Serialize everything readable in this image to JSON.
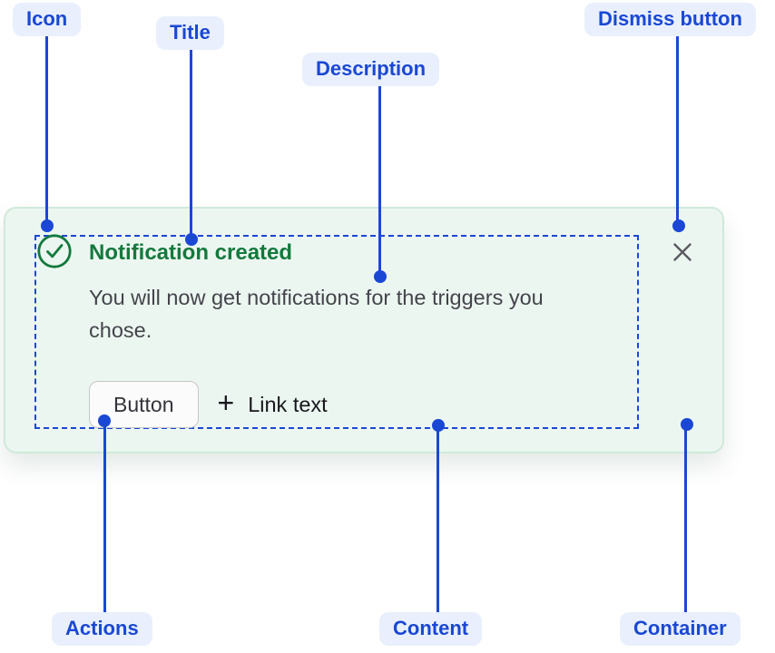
{
  "annotations": {
    "icon": "Icon",
    "title": "Title",
    "description": "Description",
    "dismiss": "Dismiss button",
    "actions": "Actions",
    "content": "Content",
    "container": "Container"
  },
  "notification": {
    "title": "Notification created",
    "description": "You will now get notifications for the triggers you chose.",
    "button_label": "Button",
    "link_plus": "+",
    "link_label": "Link text",
    "status_icon": "check-circle-icon",
    "dismiss_icon": "close-icon"
  },
  "colors": {
    "annotation_blue": "#1a48d4",
    "annotation_pill_bg": "#e9effc",
    "success_green": "#13793d",
    "card_bg": "#ecf6f0",
    "card_border": "#cfe9da",
    "description_text": "#44444c"
  }
}
